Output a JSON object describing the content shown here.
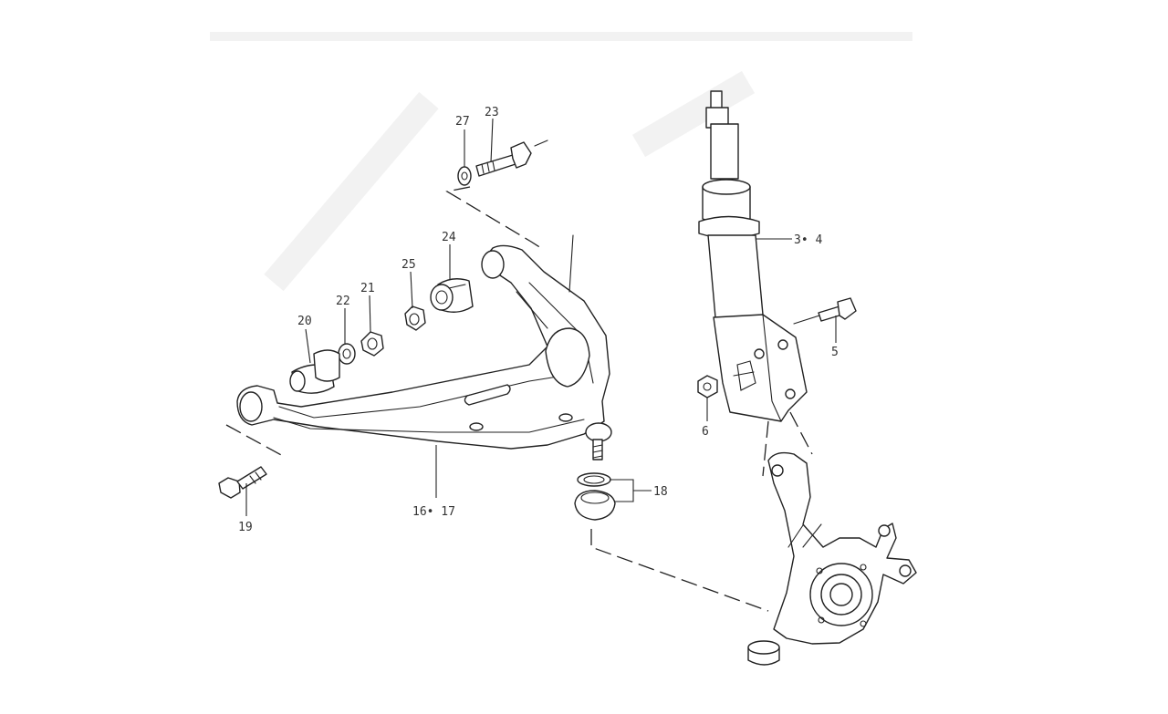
{
  "colors": {
    "line": "#222222",
    "label": "#333333",
    "background": "#ffffff"
  },
  "callouts": {
    "p27": "27",
    "p23": "23",
    "p24": "24",
    "p25": "25",
    "p21": "21",
    "p22": "22",
    "p20": "20",
    "p3_4": "3• 4",
    "p5": "5",
    "p6": "6",
    "p18": "18",
    "p16_17": "16• 17",
    "p19": "19"
  }
}
